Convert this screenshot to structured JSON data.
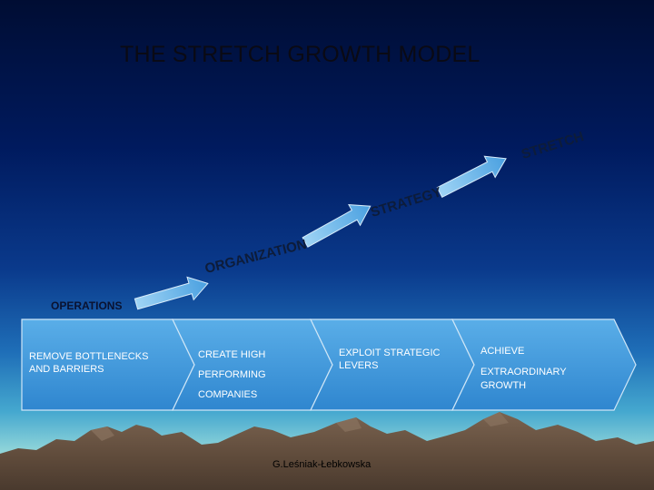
{
  "title": "THE STRETCH GROWTH MODEL",
  "levels": [
    {
      "id": "organization",
      "label": "ORGANIZATION"
    },
    {
      "id": "strategy",
      "label": "STRATEGY"
    },
    {
      "id": "stretch",
      "label": "STRETCH"
    }
  ],
  "base_label": "OPERATIONS",
  "steps": [
    {
      "id": "remove-bottlenecks",
      "lines": [
        "REMOVE BOTTLENECKS",
        "AND BARRIERS"
      ]
    },
    {
      "id": "create-high-performing",
      "lines": [
        "CREATE HIGH",
        "PERFORMING",
        "COMPANIES"
      ]
    },
    {
      "id": "exploit-strategic",
      "lines": [
        "EXPLOIT STRATEGIC",
        "LEVERS"
      ]
    },
    {
      "id": "achieve-extraordinary",
      "lines": [
        "ACHIEVE",
        "EXTRAORDINARY",
        "GROWTH"
      ]
    }
  ],
  "credit": "G.Leśniak-Łebkowska",
  "colors": {
    "arrow_fill": "#5fb0e6",
    "band_fill": "#3d96dc",
    "band_stroke": "#bfe0f5",
    "mountain": "#6b5644"
  }
}
